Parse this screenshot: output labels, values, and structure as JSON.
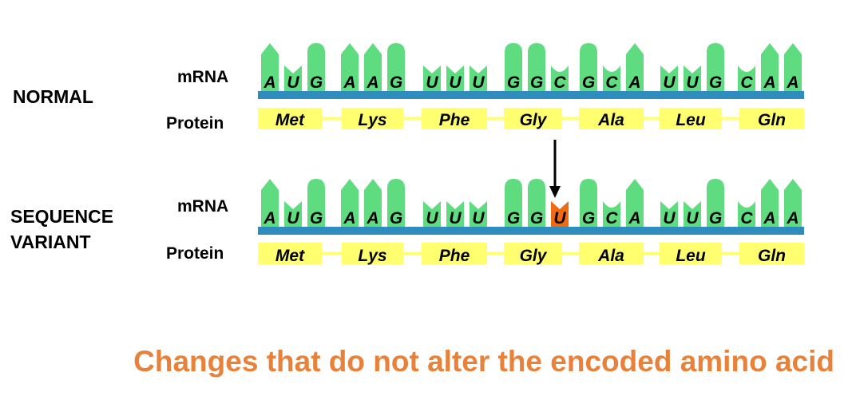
{
  "colors": {
    "base_shape": "#5fdc80",
    "variant_base": "#f06a12",
    "backbone": "#2e8dbd",
    "amino_acid_box": "#ffff70",
    "caption": "#e8823a"
  },
  "labels": {
    "normal": "NORMAL",
    "variant_line1": "SEQUENCE",
    "variant_line2": "VARIANT",
    "mrna": "mRNA",
    "protein": "Protein"
  },
  "normal": {
    "codons": [
      "AUG",
      "AAG",
      "UUU",
      "GGC",
      "GCA",
      "UUG",
      "CAA"
    ],
    "amino_acids": [
      "Met",
      "Lys",
      "Phe",
      "Gly",
      "Ala",
      "Leu",
      "Gln"
    ]
  },
  "variant": {
    "codons": [
      "AUG",
      "AAG",
      "UUU",
      "GGU",
      "GCA",
      "UUG",
      "CAA"
    ],
    "amino_acids": [
      "Met",
      "Lys",
      "Phe",
      "Gly",
      "Ala",
      "Leu",
      "Gln"
    ],
    "changed_codon_index": 3,
    "changed_base_index": 2
  },
  "caption": "Changes that do not alter the encoded amino acid"
}
